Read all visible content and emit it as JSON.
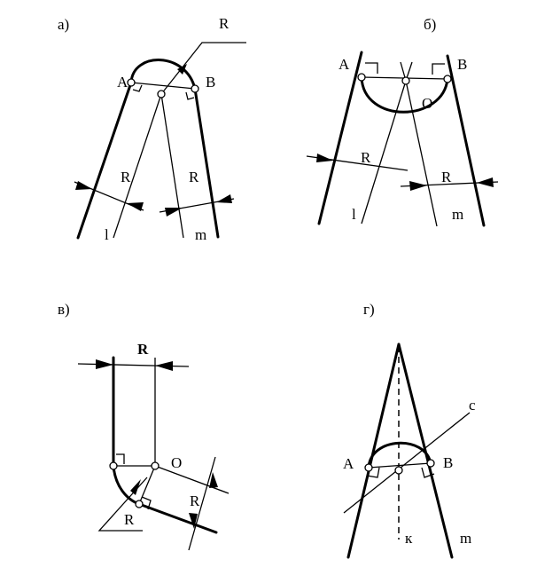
{
  "panels": [
    {
      "id": "a",
      "label": "а)",
      "points": {
        "a": "A",
        "b": "B"
      },
      "radius": "R",
      "lines": {
        "l": "l",
        "m": "m"
      }
    },
    {
      "id": "b",
      "label": "б)",
      "points": {
        "a": "A",
        "b": "B",
        "o": "O"
      },
      "radius": "R",
      "lines": {
        "l": "l",
        "m": "m"
      }
    },
    {
      "id": "v",
      "label": "в)",
      "points": {
        "o": "O"
      },
      "radius": "R"
    },
    {
      "id": "g",
      "label": "г)",
      "points": {
        "a": "A",
        "b": "B"
      },
      "lines": {
        "c": "c",
        "k": "к",
        "m": "m"
      }
    }
  ]
}
